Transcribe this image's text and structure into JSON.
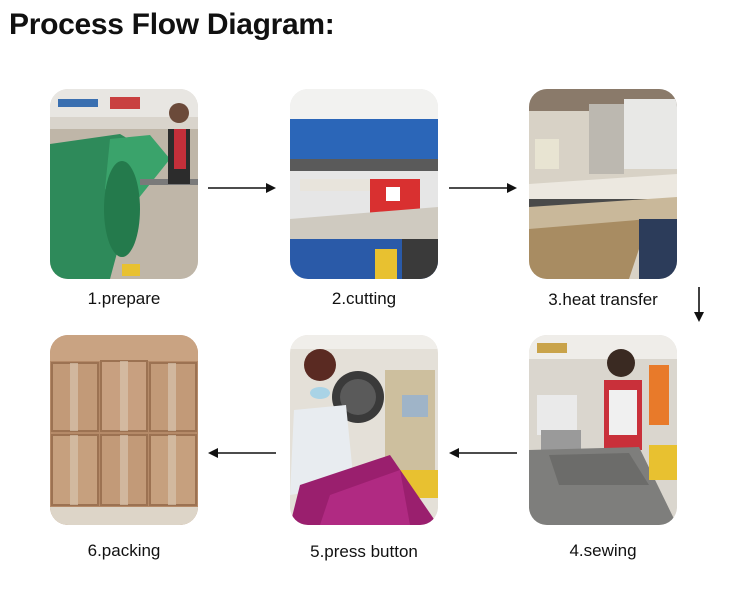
{
  "title": "Process Flow Diagram:",
  "steps": [
    {
      "label": "1.prepare",
      "photo": "photo-prepare"
    },
    {
      "label": "2.cutting",
      "photo": "photo-cutting"
    },
    {
      "label": "3.heat transfer",
      "photo": "photo-heat-transfer"
    },
    {
      "label": "4.sewing",
      "photo": "photo-sewing"
    },
    {
      "label": "5.press button",
      "photo": "photo-press-button"
    },
    {
      "label": "6.packing",
      "photo": "photo-packing"
    }
  ],
  "arrows": [
    "arrow-right",
    "arrow-right",
    "arrow-down",
    "arrow-left",
    "arrow-left"
  ]
}
